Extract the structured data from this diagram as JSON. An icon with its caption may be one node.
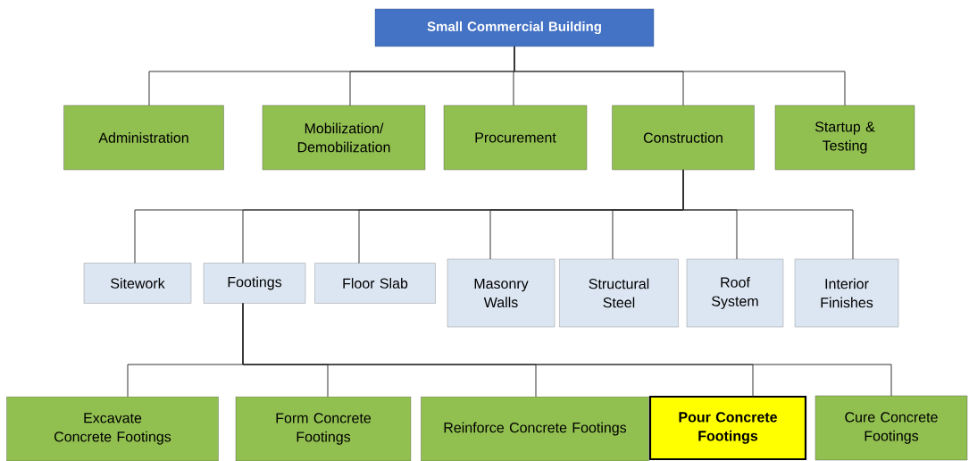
{
  "diagram": {
    "nodes": [
      {
        "text": [
          "Small Commercial Building"
        ]
      },
      {
        "text": [
          "Administration"
        ]
      },
      {
        "text": [
          "Mobilization/ Demobilization"
        ]
      },
      {
        "text": [
          "Procurement"
        ]
      },
      {
        "text": [
          "Construction"
        ]
      },
      {
        "text": [
          "Startup & Testing"
        ]
      },
      {
        "text": [
          "Sitework"
        ]
      },
      {
        "text": [
          "Footings"
        ]
      },
      {
        "text": [
          "Floor Slab"
        ]
      },
      {
        "text": [
          "Masonry Walls"
        ]
      },
      {
        "text": [
          "Structural Steel"
        ]
      },
      {
        "text": [
          "Roof System"
        ]
      },
      {
        "text": [
          "Interior Finishes"
        ]
      },
      {
        "text": [
          "Excavate Concrete Footings"
        ]
      },
      {
        "text": [
          "Form Concrete Footings"
        ]
      },
      {
        "text": [
          "Reinforce Concrete Footings"
        ]
      },
      {
        "text": [
          "Pour Concrete Footings"
        ]
      },
      {
        "text": [
          "Cure Concrete Footings"
        ]
      }
    ],
    "edges": [
      {
        "from": 0,
        "to": 1,
        "arrow": "none"
      },
      {
        "from": 0,
        "to": 2,
        "arrow": "none"
      },
      {
        "from": 0,
        "to": 3,
        "arrow": "none"
      },
      {
        "from": 0,
        "to": 4,
        "arrow": "none"
      },
      {
        "from": 0,
        "to": 5,
        "arrow": "none"
      },
      {
        "from": 4,
        "to": 6,
        "arrow": "none"
      },
      {
        "from": 4,
        "to": 7,
        "arrow": "none"
      },
      {
        "from": 4,
        "to": 8,
        "arrow": "none"
      },
      {
        "from": 4,
        "to": 9,
        "arrow": "none"
      },
      {
        "from": 4,
        "to": 10,
        "arrow": "none"
      },
      {
        "from": 4,
        "to": 11,
        "arrow": "none"
      },
      {
        "from": 4,
        "to": 12,
        "arrow": "none"
      },
      {
        "from": 7,
        "to": 13,
        "arrow": "none"
      },
      {
        "from": 7,
        "to": 14,
        "arrow": "none"
      },
      {
        "from": 7,
        "to": 15,
        "arrow": "none"
      },
      {
        "from": 7,
        "to": 16,
        "arrow": "none"
      },
      {
        "from": 7,
        "to": 17,
        "arrow": "none"
      }
    ]
  }
}
